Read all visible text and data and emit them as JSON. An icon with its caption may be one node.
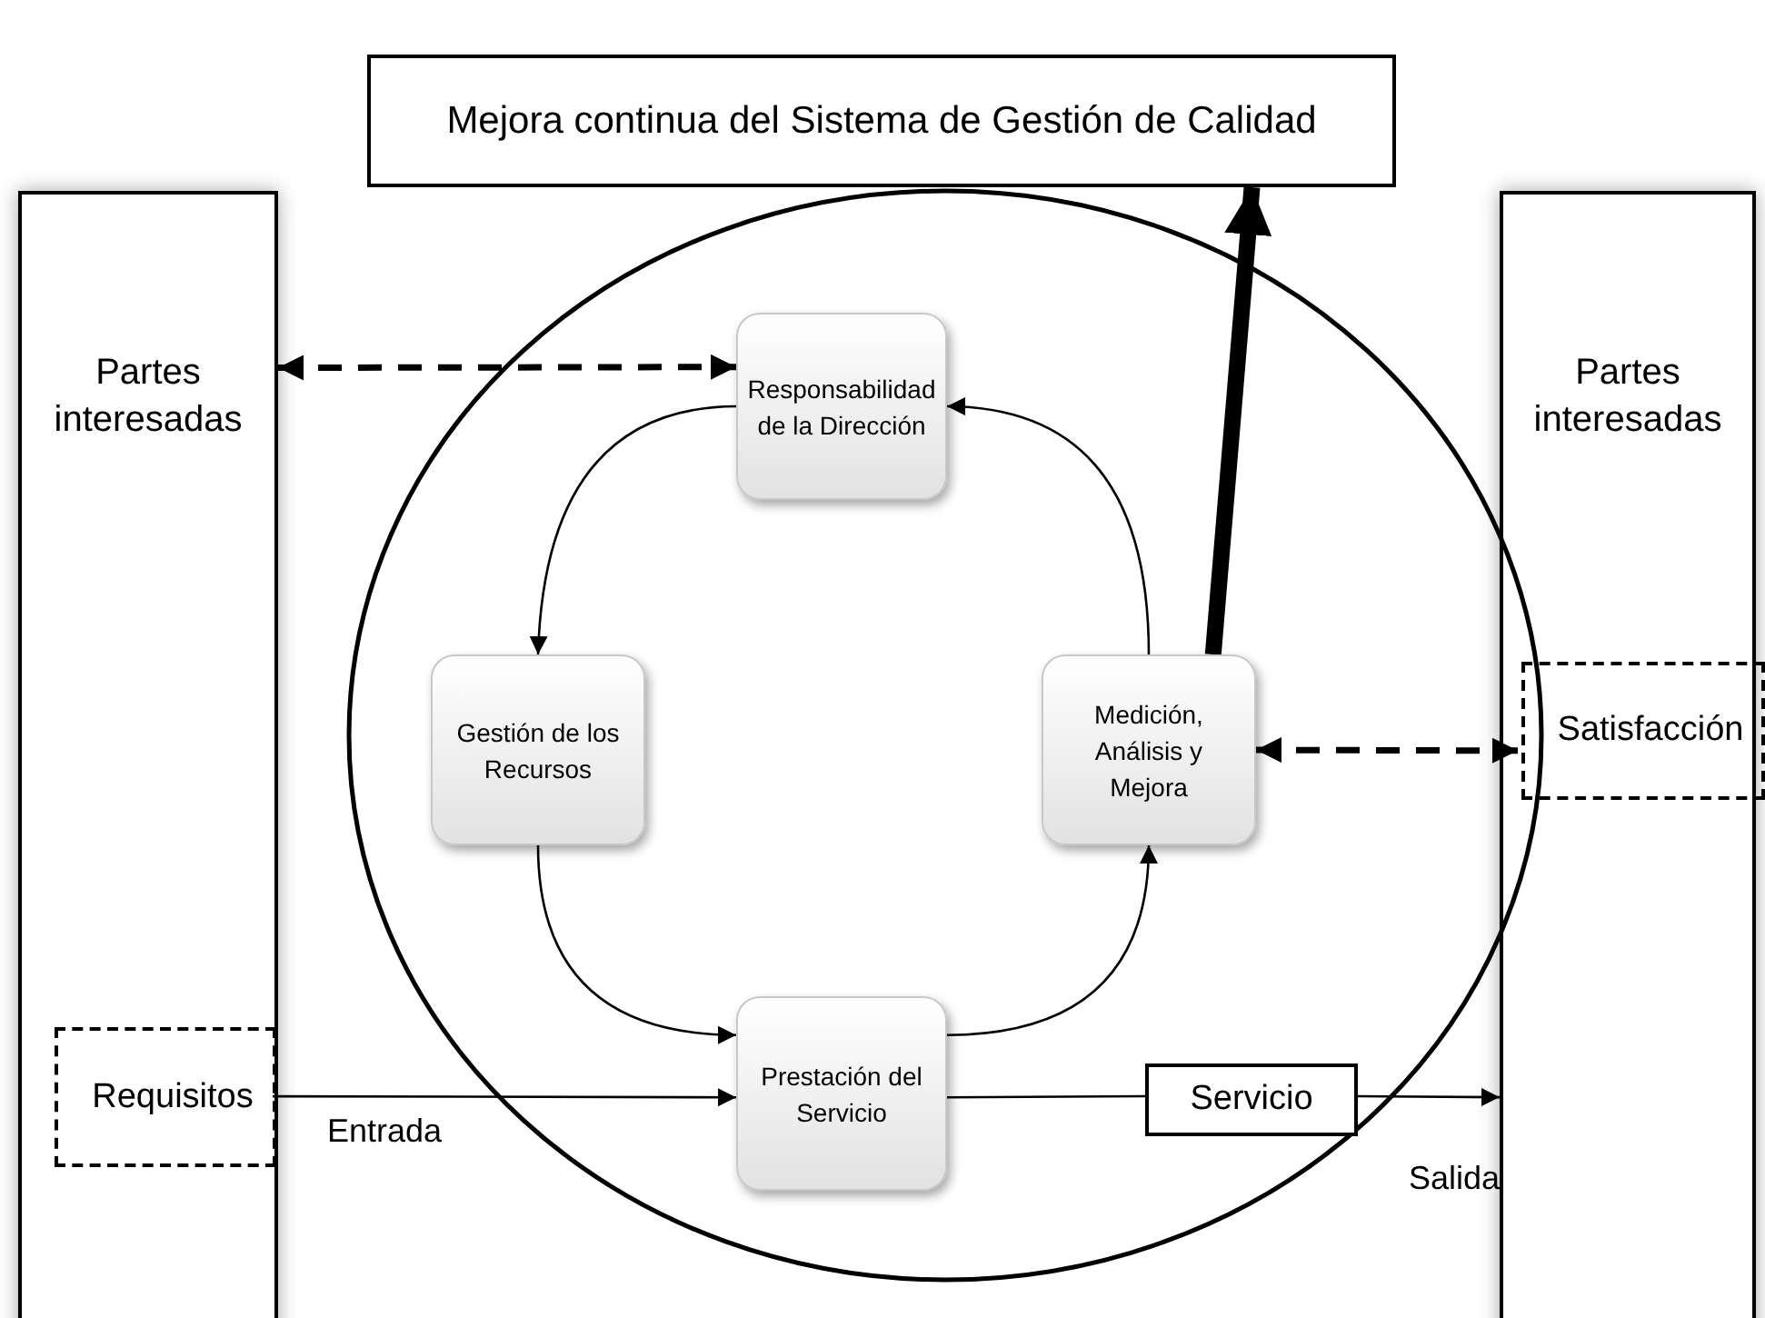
{
  "diagram": {
    "nodes": [
      {
        "text": [
          "Mejora continua del Sistema de Gestión de Calidad"
        ]
      },
      {
        "text": [
          "Partes interesadas"
        ]
      },
      {
        "text": [
          "Requisitos"
        ],
        "in": 1
      },
      {
        "text": [],
        "shape": "circle"
      },
      {
        "text": [
          "Responsabilidad de la Dirección"
        ],
        "in": 3
      },
      {
        "text": [
          "Gestión de los Recursos"
        ],
        "in": 3
      },
      {
        "text": [
          "Medición, Análisis y Mejora"
        ],
        "in": 3
      },
      {
        "text": [
          "Prestación del Servicio"
        ],
        "in": 3
      },
      {
        "text": [
          "Servicio"
        ],
        "in": 3
      },
      {
        "text": [
          "Partes interesadas"
        ]
      },
      {
        "text": [
          "Satisfacción"
        ],
        "in": 9
      }
    ],
    "edges": [
      {
        "from": 1,
        "to": 4,
        "arrow": "both",
        "style": "dashed"
      },
      {
        "from": 4,
        "to": 5,
        "arrow": "to"
      },
      {
        "from": 5,
        "to": 7,
        "arrow": "to"
      },
      {
        "from": 7,
        "to": 6,
        "arrow": "to"
      },
      {
        "from": 6,
        "to": 4,
        "arrow": "to"
      },
      {
        "from": 6,
        "to": 10,
        "arrow": "both",
        "style": "dashed"
      },
      {
        "from": 6,
        "to": 0,
        "arrow": "to",
        "style": "thick"
      },
      {
        "from": 2,
        "to": 7,
        "arrow": "to",
        "label": "Entrada"
      },
      {
        "from": 7,
        "to": 8,
        "arrow": "none"
      },
      {
        "from": 8,
        "to": 9,
        "arrow": "to",
        "label": "Salida"
      }
    ]
  }
}
